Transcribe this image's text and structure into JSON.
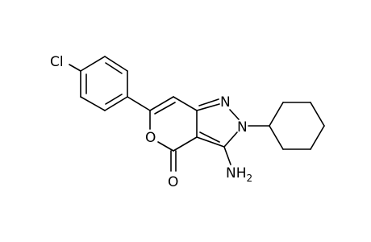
{
  "molecule": {
    "atom_labels": {
      "chlorine": "Cl",
      "ring_oxygen": "O",
      "carbonyl_oxygen": "O",
      "pyrazole_n1": "N",
      "pyrazole_n2": "N",
      "amine_n": "NH",
      "amine_subscript": "2"
    },
    "colors": {
      "bond": "#000000",
      "label": "#000000",
      "background": "#ffffff"
    }
  }
}
